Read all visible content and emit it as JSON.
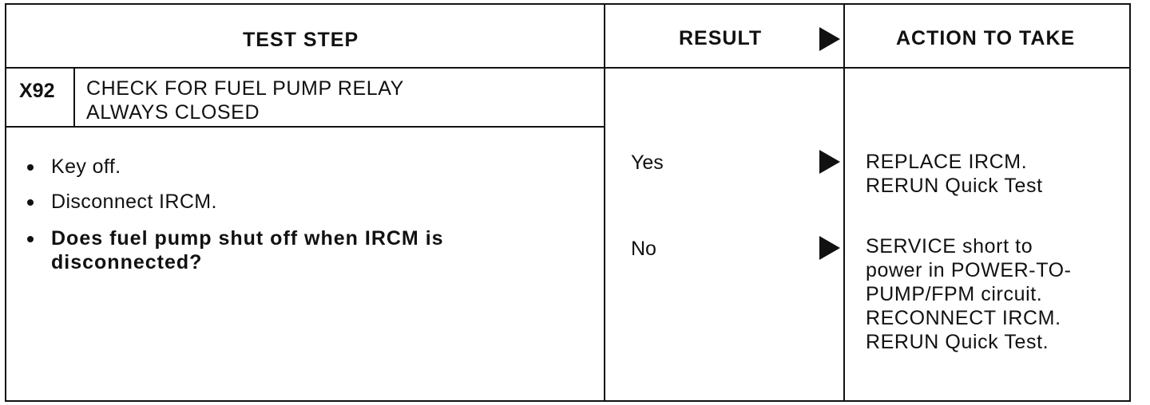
{
  "headers": {
    "test_step": "TEST STEP",
    "result": "RESULT",
    "action": "ACTION TO TAKE"
  },
  "step": {
    "code": "X92",
    "title_line1": "CHECK FOR FUEL PUMP RELAY",
    "title_line2": "ALWAYS CLOSED"
  },
  "instructions": [
    "Key off.",
    "Disconnect IRCM.",
    "Does fuel pump shut off when IRCM is disconnected?"
  ],
  "results": [
    {
      "label": "Yes",
      "action_lines": [
        "REPLACE IRCM.",
        "RERUN Quick Test"
      ]
    },
    {
      "label": "No",
      "action_lines": [
        "SERVICE short to",
        "power in POWER-TO-",
        "PUMP/FPM circuit.",
        "RECONNECT IRCM.",
        "RERUN Quick Test."
      ]
    }
  ]
}
